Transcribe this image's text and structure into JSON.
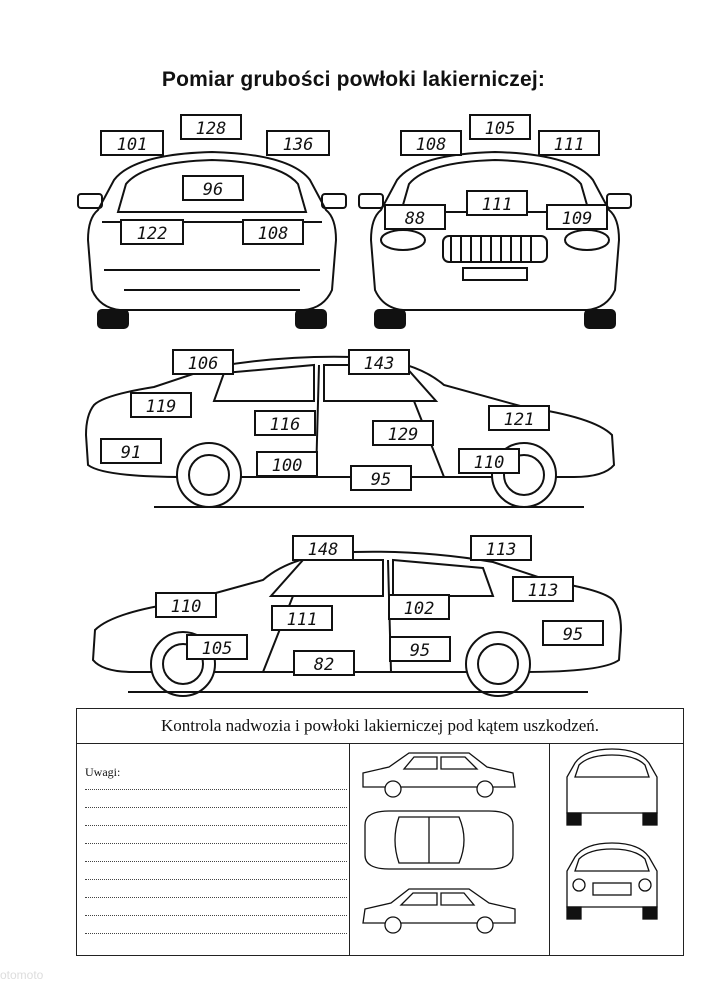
{
  "title": "Pomiar grubości powłoki lakierniczej:",
  "rear_view": {
    "roof": "128",
    "left_pillar": "101",
    "right_pillar": "136",
    "window": "96",
    "left_panel": "122",
    "right_panel": "108"
  },
  "front_view": {
    "roof": "105",
    "left_pillar": "108",
    "right_pillar": "111",
    "left_fender": "88",
    "hood": "111",
    "right_fender": "109"
  },
  "side_right": {
    "rear_roof": "106",
    "front_roof": "143",
    "trunk_side": "119",
    "rear_quarter": "91",
    "rear_door": "116",
    "front_door": "129",
    "fender": "121",
    "rear_sill": "100",
    "front_sill": "95",
    "front_lower": "110"
  },
  "side_left": {
    "roof": "148",
    "rear_roof": "113",
    "front_fender": "110",
    "front_door": "111",
    "rear_door": "102",
    "rear_quarter": "113",
    "front_lower": "105",
    "sill_front": "82",
    "sill_rear": "95",
    "rear_lower": "95"
  },
  "inspection": {
    "heading": "Kontrola nadwozia i powłoki lakierniczej pod kątem uszkodzeń.",
    "notes_label": "Uwagi:"
  },
  "watermark": "otomoto"
}
